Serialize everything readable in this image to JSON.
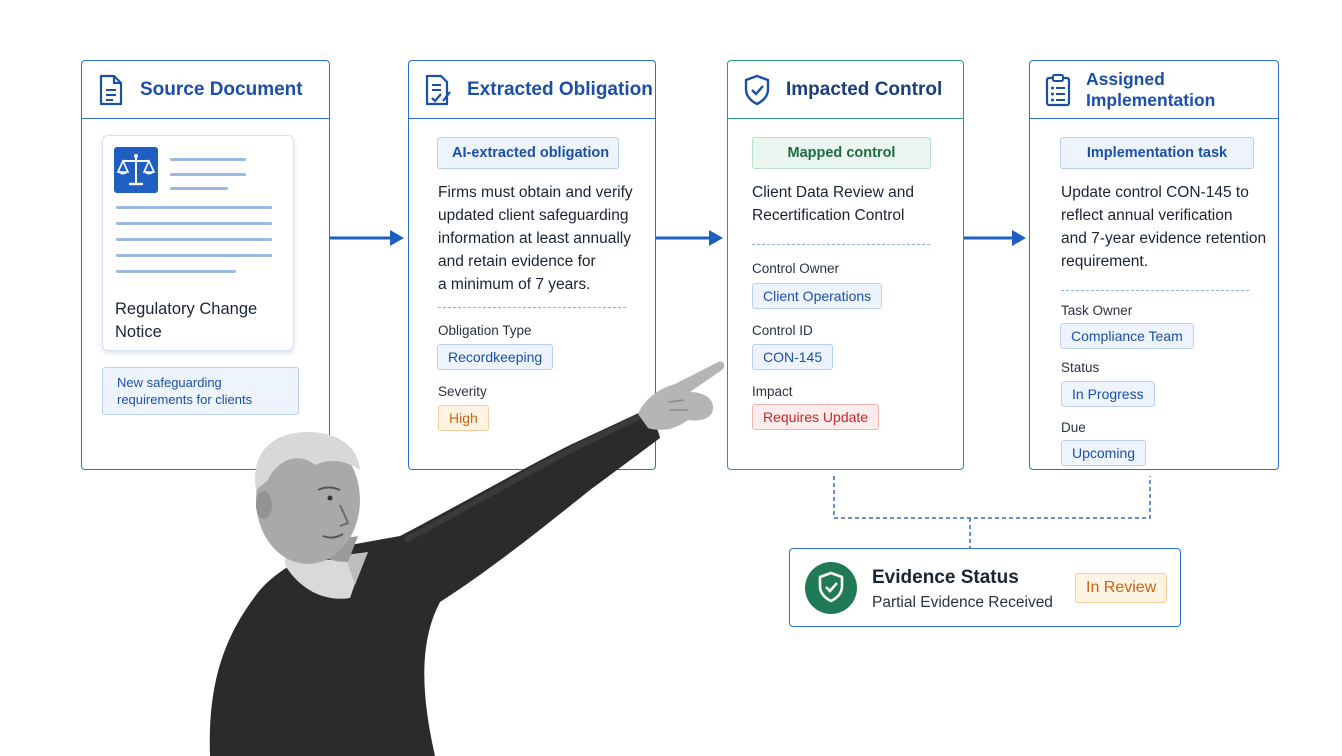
{
  "source": {
    "title": "Source Document",
    "doc_title": "Regulatory Change Notice",
    "note": "New safeguarding requirements for clients"
  },
  "obligation": {
    "title": "Extracted Obligation",
    "badge": "AI-extracted obligation",
    "text": [
      "Firms must obtain and verify",
      "updated client safeguarding",
      "information at least annually",
      "and retain evidence for",
      "a minimum of 7 years."
    ],
    "type_label": "Obligation Type",
    "type_value": "Recordkeeping",
    "severity_label": "Severity",
    "severity_value": "High"
  },
  "control": {
    "title": "Impacted Control",
    "badge": "Mapped control",
    "text": [
      "Client Data Review and",
      "Recertification Control"
    ],
    "owner_label": "Control Owner",
    "owner_value": "Client Operations",
    "id_label": "Control ID",
    "id_value": "CON-145",
    "impact_label": "Impact",
    "impact_value": "Requires Update"
  },
  "implementation": {
    "title": "Assigned Implementation",
    "badge": "Implementation task",
    "text": [
      "Update control CON-145 to",
      "reflect annual verification",
      "and 7-year evidence retention",
      "requirement."
    ],
    "owner_label": "Task Owner",
    "owner_value": "Compliance Team",
    "status_label": "Status",
    "status_value": "In Progress",
    "due_label": "Due",
    "due_value": "Upcoming"
  },
  "evidence": {
    "title": "Evidence Status",
    "subtitle": "Partial Evidence Received",
    "badge": "In Review"
  },
  "icons": {
    "source": "document-icon",
    "obligation": "checklist-document-icon",
    "control": "shield-check-icon",
    "implementation": "clipboard-icon",
    "doc": "scales-icon",
    "evidence": "shield-check-icon"
  },
  "colors": {
    "accent_blue": "#2f6fd1",
    "title_blue": "#1b4fa8",
    "control_green": "#2f9a6f",
    "evidence_green": "#1f7a55",
    "severity_orange": "#c96512",
    "impact_red": "#c62828"
  }
}
